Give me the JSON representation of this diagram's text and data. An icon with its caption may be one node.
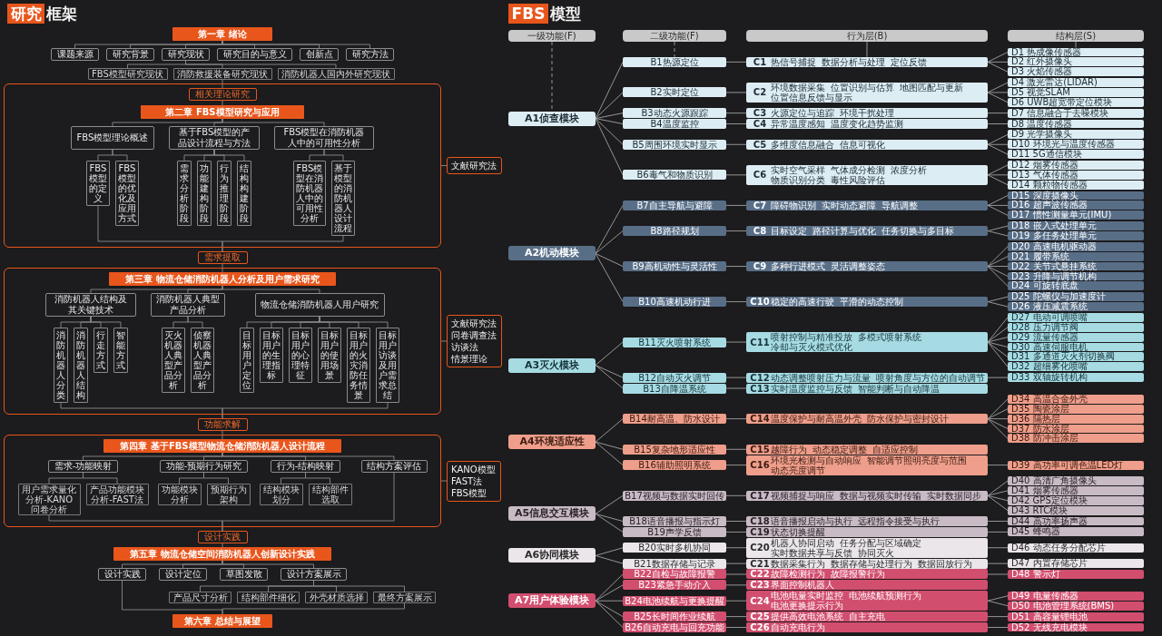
{
  "diagram": {
    "nodes": [
      {
        "text": [
          "研究"
        ]
      },
      {
        "text": [
          "第一章 绪论"
        ]
      },
      {
        "text": [
          "课题来源"
        ]
      },
      {
        "text": [
          "研究背景"
        ]
      },
      {
        "text": [
          "研究现状"
        ]
      },
      {
        "text": [
          "研究目的与意义"
        ]
      },
      {
        "text": [
          "创新点"
        ]
      },
      {
        "text": [
          "研究方法"
        ]
      },
      {
        "text": [
          "FBS模型研究现状"
        ]
      },
      {
        "text": [
          "消防救援装备研究现状"
        ]
      },
      {
        "text": [
          "消防机器人国内外研究现状"
        ]
      },
      {
        "text": [],
        "shape": "box"
      },
      {
        "text": [
          "相关理论研究"
        ],
        "in": 11
      },
      {
        "text": [
          "第二章 FBS模型研究与应用"
        ],
        "in": 11
      },
      {
        "text": [
          "FBS模型理论概述"
        ],
        "in": 11
      },
      {
        "text": [
          "基于FBS模型的产品设计流程与方法"
        ],
        "in": 11
      },
      {
        "text": [
          "FBS模型在消防机器人中的可用性分析"
        ],
        "in": 11
      },
      {
        "text": [
          "FBS模型的定义"
        ],
        "in": 11
      },
      {
        "text": [
          "FBS模型的优化及应用方式"
        ],
        "in": 11
      },
      {
        "text": [
          "需求分析阶段"
        ],
        "in": 11
      },
      {
        "text": [
          "功能建构阶段"
        ],
        "in": 11
      },
      {
        "text": [
          "行为推理阶段"
        ],
        "in": 11
      },
      {
        "text": [
          "结构构建阶段"
        ],
        "in": 11
      },
      {
        "text": [
          "FBS模型在消防机器人中的可用性分析"
        ],
        "in": 11
      },
      {
        "text": [
          "基于模型的消防机器人设计流程"
        ],
        "in": 11
      },
      {
        "text": [
          "文献研究法"
        ]
      },
      {
        "text": [
          "需求提取"
        ]
      },
      {
        "text": [],
        "shape": "box"
      },
      {
        "text": [
          "第三章 物流仓储消防机器人分析及用户需求研究"
        ],
        "in": 27
      },
      {
        "text": [
          "消防机器人结构及其关键技术"
        ],
        "in": 27
      },
      {
        "text": [
          "消防机器人典型产品分析"
        ],
        "in": 27
      },
      {
        "text": [
          "物流仓储消防机器人用户研究"
        ],
        "in": 27
      },
      {
        "text": [
          "消防机器人分类"
        ],
        "in": 27
      },
      {
        "text": [
          "消防机器人结构"
        ],
        "in": 27
      },
      {
        "text": [
          "行走方式"
        ],
        "in": 27
      },
      {
        "text": [
          "智能方式"
        ],
        "in": 27
      },
      {
        "text": [
          "灭火机器人典型产品分析"
        ],
        "in": 27
      },
      {
        "text": [
          "侦察机器人典型产品分析"
        ],
        "in": 27
      },
      {
        "text": [
          "目标用户定位"
        ],
        "in": 27
      },
      {
        "text": [
          "目标用户的生理指标"
        ],
        "in": 27
      },
      {
        "text": [
          "目标用户的心理特征"
        ],
        "in": 27
      },
      {
        "text": [
          "目标用户的使用场景"
        ],
        "in": 27
      },
      {
        "text": [
          "目标用户的火灾消防任务情景"
        ],
        "in": 27
      },
      {
        "text": [
          "目标用户访谈及用户需求总结"
        ],
        "in": 27
      },
      {
        "text": [
          "文献研究法",
          "问卷调查法",
          "访谈法",
          "情景理论"
        ]
      },
      {
        "text": [
          "功能求解"
        ]
      },
      {
        "text": [],
        "shape": "box"
      },
      {
        "text": [
          "第四章 基于FBS模型物流仓储消防机器人设计流程"
        ],
        "in": 46
      },
      {
        "text": [
          "需求-功能映射"
        ],
        "in": 46
      },
      {
        "text": [
          "功能-预期行为研究"
        ],
        "in": 46
      },
      {
        "text": [
          "行为-结构映射"
        ],
        "in": 46
      },
      {
        "text": [
          "结构方案评估"
        ],
        "in": 46
      },
      {
        "text": [
          "用户需求量化分析-KANO问卷分析"
        ],
        "in": 46
      },
      {
        "text": [
          "产品功能模块分析-FAST法"
        ],
        "in": 46
      },
      {
        "text": [
          "功能模块分析"
        ],
        "in": 46
      },
      {
        "text": [
          "预期行为架构"
        ],
        "in": 46
      },
      {
        "text": [
          "结构模块划分"
        ],
        "in": 46
      },
      {
        "text": [
          "结构部件选取"
        ],
        "in": 46
      },
      {
        "text": [
          "KANO模型",
          "FAST法",
          "FBS模型"
        ]
      },
      {
        "text": [
          "设计实践"
        ]
      },
      {
        "text": [
          "第五章 物流仓储空间消防机器人创新设计实践"
        ]
      },
      {
        "text": [
          "设计实践"
        ]
      },
      {
        "text": [
          "设计定位"
        ]
      },
      {
        "text": [
          "草图发散"
        ]
      },
      {
        "text": [
          "设计方案展示"
        ]
      },
      {
        "text": [
          "产品尺寸分析"
        ]
      },
      {
        "text": [
          "结构部件细化"
        ]
      },
      {
        "text": [
          "外壳材质选择"
        ]
      },
      {
        "text": [
          "最终方案展示"
        ]
      },
      {
        "text": [
          "第六章 总结与展望"
        ]
      },
      {
        "text": [
          "FBS"
        ]
      },
      {
        "text": [
          "一级功能(F)"
        ]
      },
      {
        "text": [
          "二级功能(F)"
        ]
      },
      {
        "text": [
          "行为层(B)"
        ]
      },
      {
        "text": [
          "结构层(S)"
        ]
      },
      {
        "text": [
          "A1侦查模块"
        ]
      },
      {
        "text": [
          "A2机动模块"
        ]
      },
      {
        "text": [
          "A3灭火模块"
        ]
      },
      {
        "text": [
          "A4环境适应性"
        ]
      },
      {
        "text": [
          "A5信息交互模块"
        ]
      },
      {
        "text": [
          "A6协同模块"
        ]
      },
      {
        "text": [
          "A7用户体验模块"
        ]
      },
      {
        "text": [
          "B1热源定位"
        ]
      },
      {
        "text": [
          "B2实时定位"
        ]
      },
      {
        "text": [
          "B3动态火源跟踪"
        ]
      },
      {
        "text": [
          "B4温度监控"
        ]
      },
      {
        "text": [
          "B5周围环境实时显示"
        ]
      },
      {
        "text": [
          "B6毒气和物质识别"
        ]
      },
      {
        "text": [
          "B7自主导航与避障"
        ]
      },
      {
        "text": [
          "B8路径规划"
        ]
      },
      {
        "text": [
          "B9高机动性与灵活性"
        ]
      },
      {
        "text": [
          "B10高速机动行进"
        ]
      },
      {
        "text": [
          "B11灭火喷射系统"
        ]
      },
      {
        "text": [
          "B12自动灭火调节"
        ]
      },
      {
        "text": [
          "B13自降温系统"
        ]
      },
      {
        "text": [
          "B14耐高温、防水设计"
        ]
      },
      {
        "text": [
          "B15复杂地形适应性"
        ]
      },
      {
        "text": [
          "B16辅助照明系统"
        ]
      },
      {
        "text": [
          "B17视频与数据实时回传"
        ]
      },
      {
        "text": [
          "B18语音播报与指示灯"
        ]
      },
      {
        "text": [
          "B19声学反馈"
        ]
      },
      {
        "text": [
          "B20实时多机协同"
        ]
      },
      {
        "text": [
          "B21数据存储与记录"
        ]
      },
      {
        "text": [
          "B22自检与故障报警"
        ]
      },
      {
        "text": [
          "B23紧急手动介入"
        ]
      },
      {
        "text": [
          "B24电池续航与更换提醒"
        ]
      },
      {
        "text": [
          "B25长时间作业续航"
        ]
      },
      {
        "text": [
          "B26自动充电与回充功能"
        ]
      },
      {
        "text": [
          "C1",
          "热信号捕捉",
          "数据分析与处理",
          "定位反馈"
        ]
      },
      {
        "text": [
          "C2",
          "环境数据采集",
          "位置识别与估算",
          "地图匹配与更新",
          "位置信息反馈与显示"
        ]
      },
      {
        "text": [
          "C3",
          "火源定位与追踪",
          "环境干扰处理"
        ]
      },
      {
        "text": [
          "C4",
          "异常温度感知",
          "温度变化趋势监测"
        ]
      },
      {
        "text": [
          "C5",
          "多维度信息融合",
          "信息可视化"
        ]
      },
      {
        "text": [
          "C6",
          "实时空气采样",
          "气体成分检测",
          "浓度分析",
          "物质识别分类",
          "毒性风险评估"
        ]
      },
      {
        "text": [
          "C7",
          "障碍物识别",
          "实时动态避障",
          "导航调整"
        ]
      },
      {
        "text": [
          "C8",
          "目标设定",
          "路径计算与优化",
          "任务切换与多目标"
        ]
      },
      {
        "text": [
          "C9",
          "多种行进模式",
          "灵活调整姿态"
        ]
      },
      {
        "text": [
          "C10",
          "稳定的高速行驶",
          "平滑的动态控制"
        ]
      },
      {
        "text": [
          "C11",
          "喷射控制与精准投放",
          "多模式喷射系统",
          "冷却与灭火模式优化"
        ]
      },
      {
        "text": [
          "C12",
          "动态调整喷射压力与流量",
          "喷射角度与方位的自动调节"
        ]
      },
      {
        "text": [
          "C13",
          "实时温度监控与反馈",
          "智能判断与自动降温"
        ]
      },
      {
        "text": [
          "C14",
          "温度保护与耐高温外壳",
          "防水保护与密封设计"
        ]
      },
      {
        "text": [
          "C15",
          "越障行为",
          "动态稳定调整",
          "自适应控制"
        ]
      },
      {
        "text": [
          "C16",
          "环境光检测与自动响应",
          "智能调节照明亮度与范围",
          "动态亮度调节"
        ]
      },
      {
        "text": [
          "C17",
          "视频捕捉与响应",
          "数据与视频实时传输",
          "实时数据同步"
        ]
      },
      {
        "text": [
          "C18",
          "语音播报启动与执行",
          "远程指令接受与执行"
        ]
      },
      {
        "text": [
          "C19",
          "状态切换提醒"
        ]
      },
      {
        "text": [
          "C20",
          "机器人协同启动",
          "任务分配与区域确定",
          "实时数据共享与反馈",
          "协同灭火"
        ]
      },
      {
        "text": [
          "C21",
          "数据采集行为",
          "数据存储与处理行为",
          "数据回放行为"
        ]
      },
      {
        "text": [
          "C22",
          "故障检测行为",
          "故障报警行为"
        ]
      },
      {
        "text": [
          "C23",
          "界面控制机器人"
        ]
      },
      {
        "text": [
          "C24",
          "电池电量实时监控",
          "电池续航预测行为",
          "电池更换提示行为"
        ]
      },
      {
        "text": [
          "C25",
          "提供高效电池系统",
          "自主充电"
        ]
      },
      {
        "text": [
          "C26",
          "自动充电行为"
        ]
      },
      {
        "text": [
          "D1 热成像传感器"
        ]
      },
      {
        "text": [
          "D2 红外摄像头"
        ]
      },
      {
        "text": [
          "D3 火焰传感器"
        ]
      },
      {
        "text": [
          "D4 激光雷达(LIDAR)"
        ]
      },
      {
        "text": [
          "D5 视觉SLAM"
        ]
      },
      {
        "text": [
          "D6 UWB超宽带定位模块"
        ]
      },
      {
        "text": [
          "D7 信息融合于去噪模块"
        ]
      },
      {
        "text": [
          "D8 温度传感器"
        ]
      },
      {
        "text": [
          "D9 光学摄像头"
        ]
      },
      {
        "text": [
          "D10 环境光与温度传感器"
        ]
      },
      {
        "text": [
          "D11 5G通信模块"
        ]
      },
      {
        "text": [
          "D12 烟雾传感器"
        ]
      },
      {
        "text": [
          "D13 气体传感器"
        ]
      },
      {
        "text": [
          "D14 颗粒物传感器"
        ]
      },
      {
        "text": [
          "D15 深度摄像头"
        ]
      },
      {
        "text": [
          "D16 超声波传感器"
        ]
      },
      {
        "text": [
          "D17 惯性测量单元(IMU)"
        ]
      },
      {
        "text": [
          "D18 嵌入式处理单元"
        ]
      },
      {
        "text": [
          "D19 多任务处理单元"
        ]
      },
      {
        "text": [
          "D20 高速电机驱动器"
        ]
      },
      {
        "text": [
          "D21 履带系统"
        ]
      },
      {
        "text": [
          "D22 关节式悬挂系统"
        ]
      },
      {
        "text": [
          "D23 升降与调节机构"
        ]
      },
      {
        "text": [
          "D24 可旋转底盘"
        ]
      },
      {
        "text": [
          "D25 陀螺仪与加速度计"
        ]
      },
      {
        "text": [
          "D26 液压减震系统"
        ]
      },
      {
        "text": [
          "D27 电动可调喷嘴"
        ]
      },
      {
        "text": [
          "D28 压力调节阀"
        ]
      },
      {
        "text": [
          "D29 流量传感器"
        ]
      },
      {
        "text": [
          "D30 高速伺服电机"
        ]
      },
      {
        "text": [
          "D31 多通道灭火剂切换阀"
        ]
      },
      {
        "text": [
          "D32 超细雾化喷嘴"
        ]
      },
      {
        "text": [
          "D33 双轴旋转机构"
        ]
      },
      {
        "text": [
          "D34 高温合金外壳"
        ]
      },
      {
        "text": [
          "D35 陶瓷涂层"
        ]
      },
      {
        "text": [
          "D36 隔热层"
        ]
      },
      {
        "text": [
          "D37 防水涂层"
        ]
      },
      {
        "text": [
          "D38 防冲击涂层"
        ]
      },
      {
        "text": [
          "D39 高功率可调色温LED灯"
        ]
      },
      {
        "text": [
          "D40 高清广角摄像头"
        ]
      },
      {
        "text": [
          "D41 烟雾传感器"
        ]
      },
      {
        "text": [
          "D42 GPS定位模块"
        ]
      },
      {
        "text": [
          "D43 RTC模块"
        ]
      },
      {
        "text": [
          "D44 高功率扬声器"
        ]
      },
      {
        "text": [
          "D45 蜂鸣器"
        ]
      },
      {
        "text": [
          "D46 动态任务分配芯片"
        ]
      },
      {
        "text": [
          "D47 内置存储芯片"
        ]
      },
      {
        "text": [
          "D48 警示灯"
        ]
      },
      {
        "text": [
          "D49 电量传感器"
        ]
      },
      {
        "text": [
          "D50 电池管理系统(BMS)"
        ]
      },
      {
        "text": [
          "D51 高容量锂电池"
        ]
      },
      {
        "text": [
          "D52 无线充电模块"
        ]
      }
    ],
    "edges": [
      {
        "from": 1,
        "to": 2,
        "arrow": "none"
      },
      {
        "from": 1,
        "to": 3,
        "arrow": "none"
      },
      {
        "from": 1,
        "to": 4,
        "arrow": "none"
      },
      {
        "from": 1,
        "to": 5,
        "arrow": "none"
      },
      {
        "from": 1,
        "to": 6,
        "arrow": "none"
      },
      {
        "from": 1,
        "to": 7,
        "arrow": "none"
      },
      {
        "from": 4,
        "to": 8,
        "arrow": "none"
      },
      {
        "from": 4,
        "to": 9,
        "arrow": "none"
      },
      {
        "from": 4,
        "to": 10,
        "arrow": "none"
      },
      {
        "from": 9,
        "to": 12,
        "arrow": "none"
      },
      {
        "from": 12,
        "to": 13,
        "arrow": "none"
      },
      {
        "from": 13,
        "to": 14,
        "arrow": "none"
      },
      {
        "from": 13,
        "to": 15,
        "arrow": "none"
      },
      {
        "from": 13,
        "to": 16,
        "arrow": "none"
      },
      {
        "from": 14,
        "to": 17,
        "arrow": "none"
      },
      {
        "from": 14,
        "to": 18,
        "arrow": "none"
      },
      {
        "from": 15,
        "to": 19,
        "arrow": "none"
      },
      {
        "from": 15,
        "to": 20,
        "arrow": "none"
      },
      {
        "from": 15,
        "to": 21,
        "arrow": "none"
      },
      {
        "from": 15,
        "to": 22,
        "arrow": "none"
      },
      {
        "from": 16,
        "to": 23,
        "arrow": "none"
      },
      {
        "from": 16,
        "to": 24,
        "arrow": "none"
      },
      {
        "from": 17,
        "to": 26,
        "arrow": "none"
      },
      {
        "from": 24,
        "to": 26,
        "arrow": "none"
      },
      {
        "from": 11,
        "to": 25,
        "arrow": "none"
      },
      {
        "from": 26,
        "to": 28,
        "arrow": "none"
      },
      {
        "from": 28,
        "to": 29,
        "arrow": "none"
      },
      {
        "from": 28,
        "to": 30,
        "arrow": "none"
      },
      {
        "from": 28,
        "to": 31,
        "arrow": "none"
      },
      {
        "from": 29,
        "to": 32,
        "arrow": "none"
      },
      {
        "from": 29,
        "to": 33,
        "arrow": "none"
      },
      {
        "from": 29,
        "to": 34,
        "arrow": "none"
      },
      {
        "from": 29,
        "to": 35,
        "arrow": "none"
      },
      {
        "from": 30,
        "to": 36,
        "arrow": "none"
      },
      {
        "from": 30,
        "to": 37,
        "arrow": "none"
      },
      {
        "from": 31,
        "to": 38,
        "arrow": "none"
      },
      {
        "from": 31,
        "to": 39,
        "arrow": "none"
      },
      {
        "from": 31,
        "to": 40,
        "arrow": "none"
      },
      {
        "from": 31,
        "to": 41,
        "arrow": "none"
      },
      {
        "from": 31,
        "to": 42,
        "arrow": "none"
      },
      {
        "from": 31,
        "to": 43,
        "arrow": "none"
      },
      {
        "from": 32,
        "to": 45,
        "arrow": "none"
      },
      {
        "from": 43,
        "to": 45,
        "arrow": "none"
      },
      {
        "from": 27,
        "to": 44,
        "arrow": "none"
      },
      {
        "from": 45,
        "to": 47,
        "arrow": "none"
      },
      {
        "from": 47,
        "to": 48,
        "arrow": "none"
      },
      {
        "from": 47,
        "to": 49,
        "arrow": "none"
      },
      {
        "from": 47,
        "to": 50,
        "arrow": "none"
      },
      {
        "from": 47,
        "to": 51,
        "arrow": "none"
      },
      {
        "from": 48,
        "to": 52,
        "arrow": "none"
      },
      {
        "from": 48,
        "to": 53,
        "arrow": "none"
      },
      {
        "from": 49,
        "to": 54,
        "arrow": "none"
      },
      {
        "from": 49,
        "to": 55,
        "arrow": "none"
      },
      {
        "from": 50,
        "to": 56,
        "arrow": "none"
      },
      {
        "from": 50,
        "to": 57,
        "arrow": "none"
      },
      {
        "from": 52,
        "to": 59,
        "arrow": "none"
      },
      {
        "from": 51,
        "to": 59,
        "arrow": "none"
      },
      {
        "from": 46,
        "to": 58,
        "arrow": "none"
      },
      {
        "from": 59,
        "to": 60,
        "arrow": "none"
      },
      {
        "from": 60,
        "to": 61,
        "arrow": "none"
      },
      {
        "from": 60,
        "to": 62,
        "arrow": "none"
      },
      {
        "from": 60,
        "to": 63,
        "arrow": "none"
      },
      {
        "from": 60,
        "to": 64,
        "arrow": "none"
      },
      {
        "from": 64,
        "to": 65,
        "arrow": "none"
      },
      {
        "from": 64,
        "to": 66,
        "arrow": "none"
      },
      {
        "from": 64,
        "to": 67,
        "arrow": "none"
      },
      {
        "from": 64,
        "to": 68,
        "arrow": "none"
      },
      {
        "from": 61,
        "to": 69,
        "arrow": "none"
      },
      {
        "from": 68,
        "to": 69,
        "arrow": "none"
      },
      {
        "from": 71,
        "to": 75,
        "arrow": "none",
        "style": "dashed"
      },
      {
        "from": 72,
        "to": 82,
        "arrow": "none",
        "style": "dashed"
      },
      {
        "from": 73,
        "to": 108,
        "arrow": "none"
      },
      {
        "from": 74,
        "to": 134,
        "arrow": "none"
      },
      {
        "from": 75,
        "to": 82,
        "arrow": "none"
      },
      {
        "from": 75,
        "to": 83,
        "arrow": "none"
      },
      {
        "from": 75,
        "to": 84,
        "arrow": "none"
      },
      {
        "from": 75,
        "to": 85,
        "arrow": "none"
      },
      {
        "from": 75,
        "to": 86,
        "arrow": "none"
      },
      {
        "from": 75,
        "to": 87,
        "arrow": "none"
      },
      {
        "from": 76,
        "to": 88,
        "arrow": "none"
      },
      {
        "from": 76,
        "to": 89,
        "arrow": "none"
      },
      {
        "from": 76,
        "to": 90,
        "arrow": "none"
      },
      {
        "from": 76,
        "to": 91,
        "arrow": "none"
      },
      {
        "from": 77,
        "to": 92,
        "arrow": "none"
      },
      {
        "from": 77,
        "to": 93,
        "arrow": "none"
      },
      {
        "from": 77,
        "to": 94,
        "arrow": "none"
      },
      {
        "from": 78,
        "to": 95,
        "arrow": "none"
      },
      {
        "from": 78,
        "to": 96,
        "arrow": "none"
      },
      {
        "from": 78,
        "to": 97,
        "arrow": "none"
      },
      {
        "from": 79,
        "to": 98,
        "arrow": "none"
      },
      {
        "from": 79,
        "to": 99,
        "arrow": "none"
      },
      {
        "from": 79,
        "to": 100,
        "arrow": "none"
      },
      {
        "from": 80,
        "to": 101,
        "arrow": "none"
      },
      {
        "from": 80,
        "to": 102,
        "arrow": "none"
      },
      {
        "from": 81,
        "to": 103,
        "arrow": "none"
      },
      {
        "from": 81,
        "to": 104,
        "arrow": "none"
      },
      {
        "from": 81,
        "to": 105,
        "arrow": "none"
      },
      {
        "from": 81,
        "to": 106,
        "arrow": "none"
      },
      {
        "from": 81,
        "to": 107,
        "arrow": "none"
      },
      {
        "from": 82,
        "to": 108,
        "arrow": "none"
      },
      {
        "from": 83,
        "to": 109,
        "arrow": "none"
      },
      {
        "from": 84,
        "to": 110,
        "arrow": "none"
      },
      {
        "from": 85,
        "to": 111,
        "arrow": "none"
      },
      {
        "from": 86,
        "to": 112,
        "arrow": "none"
      },
      {
        "from": 87,
        "to": 113,
        "arrow": "none"
      },
      {
        "from": 88,
        "to": 114,
        "arrow": "none"
      },
      {
        "from": 89,
        "to": 115,
        "arrow": "none"
      },
      {
        "from": 90,
        "to": 116,
        "arrow": "none"
      },
      {
        "from": 91,
        "to": 117,
        "arrow": "none"
      },
      {
        "from": 92,
        "to": 118,
        "arrow": "none"
      },
      {
        "from": 93,
        "to": 119,
        "arrow": "none"
      },
      {
        "from": 94,
        "to": 120,
        "arrow": "none"
      },
      {
        "from": 95,
        "to": 121,
        "arrow": "none"
      },
      {
        "from": 96,
        "to": 122,
        "arrow": "none"
      },
      {
        "from": 97,
        "to": 123,
        "arrow": "none"
      },
      {
        "from": 98,
        "to": 124,
        "arrow": "none"
      },
      {
        "from": 99,
        "to": 125,
        "arrow": "none"
      },
      {
        "from": 100,
        "to": 126,
        "arrow": "none"
      },
      {
        "from": 101,
        "to": 127,
        "arrow": "none"
      },
      {
        "from": 102,
        "to": 128,
        "arrow": "none"
      },
      {
        "from": 103,
        "to": 129,
        "arrow": "none"
      },
      {
        "from": 104,
        "to": 130,
        "arrow": "none"
      },
      {
        "from": 105,
        "to": 131,
        "arrow": "none"
      },
      {
        "from": 106,
        "to": 132,
        "arrow": "none"
      },
      {
        "from": 107,
        "to": 133,
        "arrow": "none"
      },
      {
        "from": 108,
        "to": 134,
        "arrow": "none"
      },
      {
        "from": 108,
        "to": 135,
        "arrow": "none"
      },
      {
        "from": 108,
        "to": 136,
        "arrow": "none"
      },
      {
        "from": 109,
        "to": 137,
        "arrow": "none"
      },
      {
        "from": 109,
        "to": 138,
        "arrow": "none"
      },
      {
        "from": 109,
        "to": 139,
        "arrow": "none"
      },
      {
        "from": 110,
        "to": 140,
        "arrow": "none"
      },
      {
        "from": 111,
        "to": 141,
        "arrow": "none"
      },
      {
        "from": 112,
        "to": 142,
        "arrow": "none"
      },
      {
        "from": 112,
        "to": 143,
        "arrow": "none"
      },
      {
        "from": 112,
        "to": 144,
        "arrow": "none"
      },
      {
        "from": 113,
        "to": 145,
        "arrow": "none"
      },
      {
        "from": 113,
        "to": 146,
        "arrow": "none"
      },
      {
        "from": 113,
        "to": 147,
        "arrow": "none"
      },
      {
        "from": 114,
        "to": 148,
        "arrow": "none"
      },
      {
        "from": 114,
        "to": 149,
        "arrow": "none"
      },
      {
        "from": 114,
        "to": 150,
        "arrow": "none"
      },
      {
        "from": 115,
        "to": 151,
        "arrow": "none"
      },
      {
        "from": 115,
        "to": 152,
        "arrow": "none"
      },
      {
        "from": 116,
        "to": 153,
        "arrow": "none"
      },
      {
        "from": 116,
        "to": 154,
        "arrow": "none"
      },
      {
        "from": 116,
        "to": 155,
        "arrow": "none"
      },
      {
        "from": 116,
        "to": 156,
        "arrow": "none"
      },
      {
        "from": 116,
        "to": 157,
        "arrow": "none"
      },
      {
        "from": 117,
        "to": 158,
        "arrow": "none"
      },
      {
        "from": 117,
        "to": 159,
        "arrow": "none"
      },
      {
        "from": 118,
        "to": 160,
        "arrow": "none"
      },
      {
        "from": 118,
        "to": 161,
        "arrow": "none"
      },
      {
        "from": 118,
        "to": 162,
        "arrow": "none"
      },
      {
        "from": 118,
        "to": 163,
        "arrow": "none"
      },
      {
        "from": 118,
        "to": 164,
        "arrow": "none"
      },
      {
        "from": 118,
        "to": 165,
        "arrow": "none"
      },
      {
        "from": 119,
        "to": 166,
        "arrow": "none"
      },
      {
        "from": 121,
        "to": 167,
        "arrow": "none"
      },
      {
        "from": 121,
        "to": 168,
        "arrow": "none"
      },
      {
        "from": 121,
        "to": 169,
        "arrow": "none"
      },
      {
        "from": 121,
        "to": 170,
        "arrow": "none"
      },
      {
        "from": 121,
        "to": 171,
        "arrow": "none"
      },
      {
        "from": 123,
        "to": 172,
        "arrow": "none"
      },
      {
        "from": 124,
        "to": 173,
        "arrow": "none"
      },
      {
        "from": 124,
        "to": 174,
        "arrow": "none"
      },
      {
        "from": 124,
        "to": 175,
        "arrow": "none"
      },
      {
        "from": 124,
        "to": 176,
        "arrow": "none"
      },
      {
        "from": 125,
        "to": 177,
        "arrow": "none"
      },
      {
        "from": 126,
        "to": 178,
        "arrow": "none"
      },
      {
        "from": 127,
        "to": 179,
        "arrow": "none"
      },
      {
        "from": 128,
        "to": 180,
        "arrow": "none"
      },
      {
        "from": 129,
        "to": 181,
        "arrow": "none"
      },
      {
        "from": 131,
        "to": 182,
        "arrow": "none"
      },
      {
        "from": 131,
        "to": 183,
        "arrow": "none"
      },
      {
        "from": 132,
        "to": 184,
        "arrow": "none"
      },
      {
        "from": 133,
        "to": 185,
        "arrow": "none"
      }
    ],
    "labels": [
      "框架",
      "模型"
    ]
  }
}
